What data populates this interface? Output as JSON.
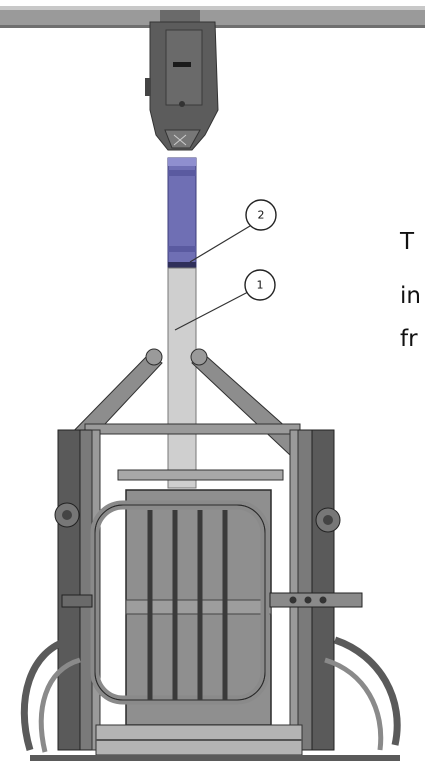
{
  "callouts": {
    "label_1": "1",
    "label_2": "2"
  },
  "side_text": {
    "line_1": "T",
    "line_2": "in",
    "line_3": "fr"
  },
  "colors": {
    "rail": "#9a9a9a",
    "motor_unit": "#5c5c5c",
    "extension_blue": "#6f6fb4",
    "pole_light": "#cfcfcf",
    "frame_dark": "#4a4a4a",
    "panel_gray": "#8f8f8f"
  }
}
